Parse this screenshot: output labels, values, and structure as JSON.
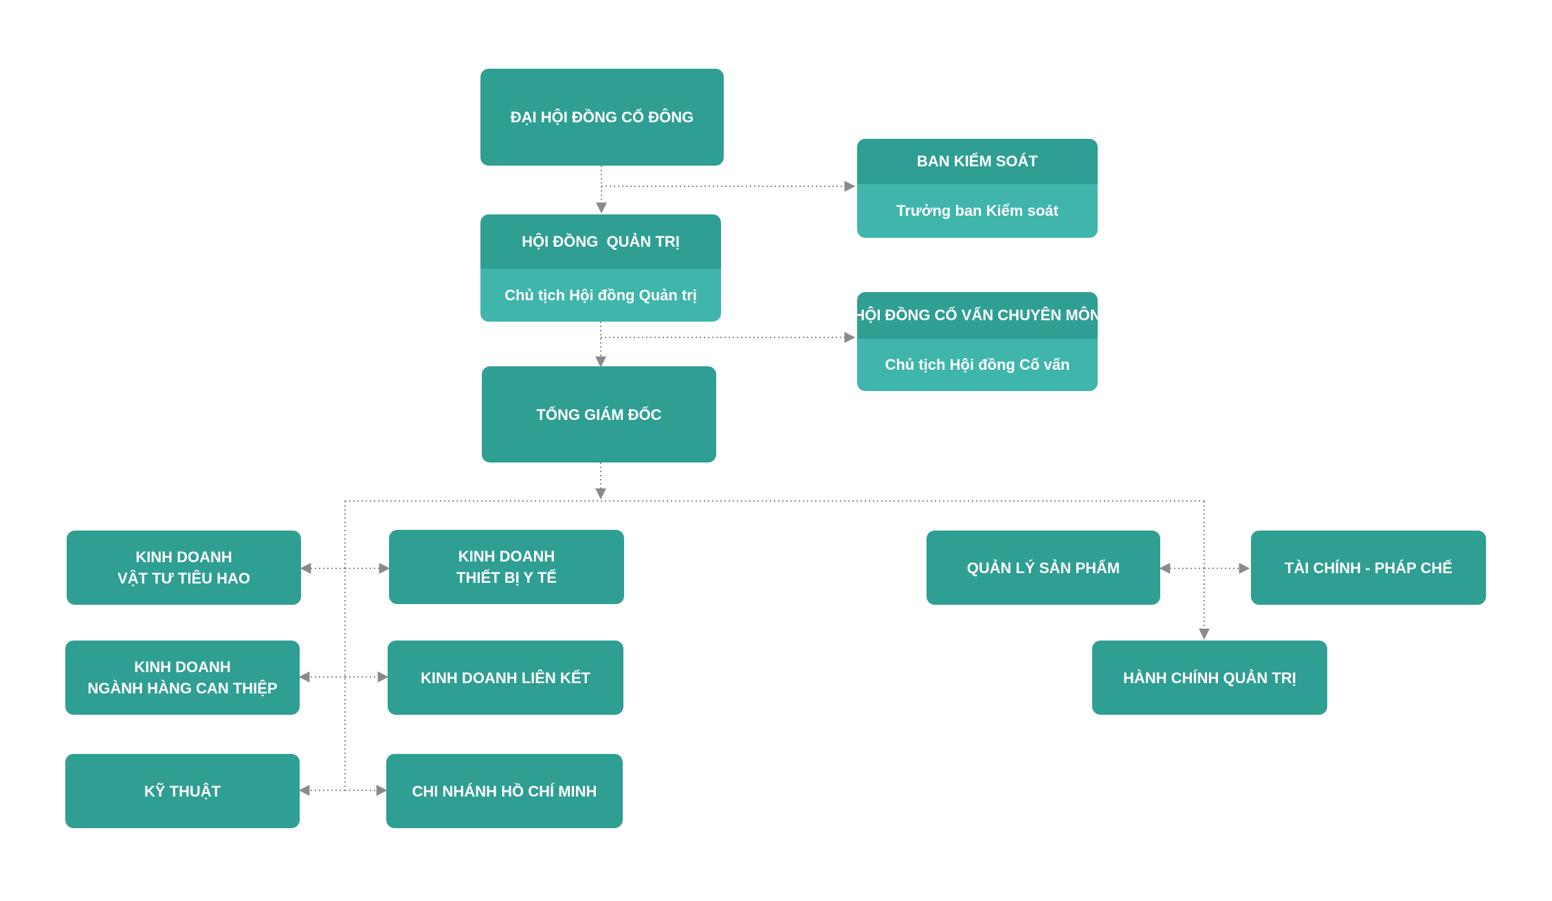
{
  "colors": {
    "box_fill": "#2f9e93",
    "card_body_fill": "#3fb5ab",
    "connector": "#8a8a8a",
    "text": "#ffffff"
  },
  "nodes": {
    "dhdcd": "ĐẠI HỘI ĐỒNG CỔ ĐÔNG",
    "bks_title": "BAN KIỂM SOÁT",
    "bks_sub": "Trưởng ban Kiểm soát",
    "hdqt_title": "HỘI ĐỒNG  QUẢN TRỊ",
    "hdqt_sub": "Chủ tịch Hội đồng Quản trị",
    "hdcv_title": "HỘI ĐỒNG CỐ VẤN CHUYÊN MÔN",
    "hdcv_sub": "Chủ tịch Hội đồng Cố vấn",
    "tgd": "TỔNG GIÁM ĐỐC",
    "kd_vttth_1": "KINH DOANH",
    "kd_vttth_2": "VẬT TƯ TIÊU HAO",
    "kd_tbyt_1": "KINH DOANH",
    "kd_tbyt_2": "THIẾT BỊ Y TẾ",
    "kd_nhct_1": "KINH DOANH",
    "kd_nhct_2": "NGÀNH HÀNG CAN THIỆP",
    "kd_lk": "KINH DOANH LIÊN KẾT",
    "ky_thuat": "KỸ THUẬT",
    "cn_hcm": "CHI NHÁNH HỒ CHÍ MINH",
    "qlsp": "QUẢN LÝ SẢN PHẨM",
    "tcpc": "TÀI CHÍNH - PHÁP CHẾ",
    "hcqt": "HÀNH CHÍNH QUẢN TRỊ"
  }
}
